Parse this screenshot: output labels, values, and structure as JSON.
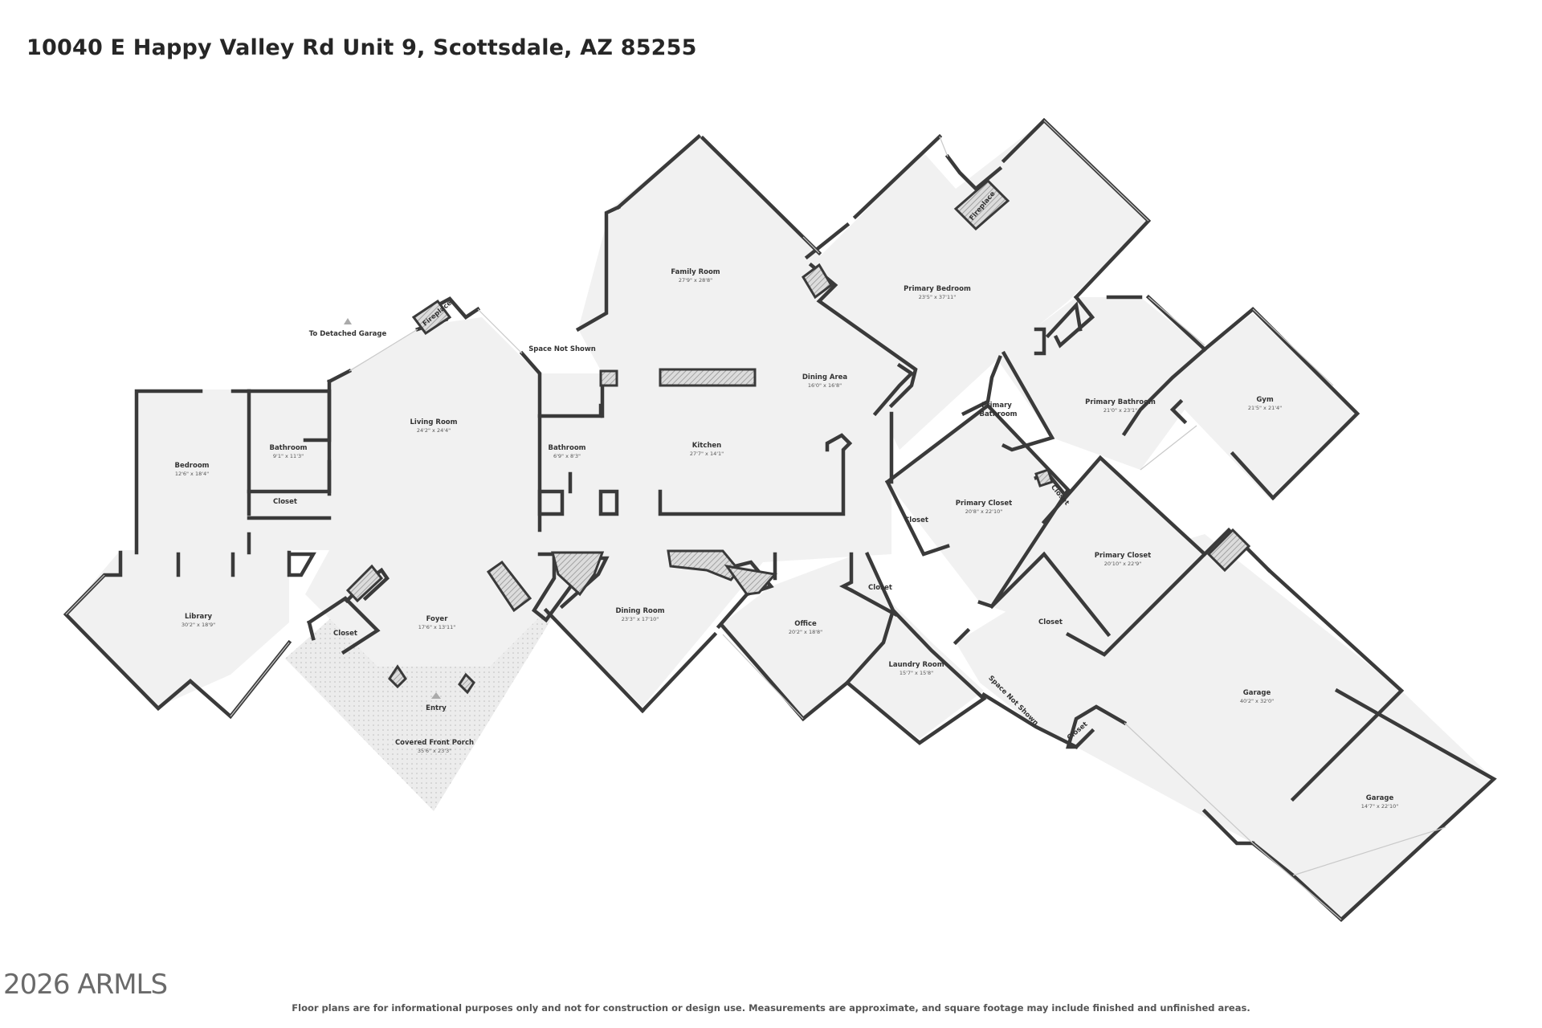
{
  "title": "10040 E Happy Valley Rd Unit 9, Scottsdale, AZ 85255",
  "footer_note": "Floor plans are for informational purposes only and not for construction or design use. Measurements are approximate, and square footage may include finished and unfinished areas.",
  "watermark": "2026 ARMLS",
  "colors": {
    "wall": "#3a3a3a",
    "floor": "#f1f1f1",
    "background": "#ffffff",
    "porch": "#e3e3e3"
  },
  "rooms": {
    "family_room": {
      "name": "Family Room",
      "dim": "27'9\" x 28'8\""
    },
    "primary_bedroom": {
      "name": "Primary Bedroom",
      "dim": "23'5\" x 37'11\""
    },
    "living_room": {
      "name": "Living Room",
      "dim": "24'2\" x 24'4\""
    },
    "dining_area": {
      "name": "Dining Area",
      "dim": "16'0\" x 16'8\""
    },
    "kitchen": {
      "name": "Kitchen",
      "dim": "27'7\" x 14'1\""
    },
    "bathroom_center": {
      "name": "Bathroom",
      "dim": "6'9\" x 8'3\""
    },
    "bathroom_west": {
      "name": "Bathroom",
      "dim": "9'1\" x 11'3\""
    },
    "bedroom": {
      "name": "Bedroom",
      "dim": "12'6\" x 18'4\""
    },
    "closet_west": {
      "name": "Closet"
    },
    "library": {
      "name": "Library",
      "dim": "30'2\" x 18'9\""
    },
    "closet_foyer": {
      "name": "Closet"
    },
    "foyer": {
      "name": "Foyer",
      "dim": "17'6\" x 13'11\""
    },
    "covered_front_porch": {
      "name": "Covered Front Porch",
      "dim": "35'6\" x 23'3\""
    },
    "dining_room": {
      "name": "Dining Room",
      "dim": "23'3\" x 17'10\""
    },
    "office": {
      "name": "Office",
      "dim": "20'2\" x 18'8\""
    },
    "closet_office": {
      "name": "Closet"
    },
    "laundry_room": {
      "name": "Laundry Room",
      "dim": "15'7\" x 15'8\""
    },
    "primary_bathroom_small": {
      "name": "Primary Bathroom"
    },
    "primary_bathroom": {
      "name": "Primary Bathroom",
      "dim": "21'0\" x 23'1\""
    },
    "gym": {
      "name": "Gym",
      "dim": "21'5\" x 21'4\""
    },
    "primary_closet_1": {
      "name": "Primary Closet",
      "dim": "20'8\" x 22'10\""
    },
    "closet_pc1": {
      "name": "Closet"
    },
    "closet_diag": {
      "name": "Closet"
    },
    "primary_closet_2": {
      "name": "Primary Closet",
      "dim": "20'10\" x 22'9\""
    },
    "closet_pc2": {
      "name": "Closet"
    },
    "closet_garage": {
      "name": "Closet"
    },
    "garage_1": {
      "name": "Garage",
      "dim": "40'2\" x 32'0\""
    },
    "garage_2": {
      "name": "Garage",
      "dim": "14'7\" x 22'10\""
    }
  },
  "annotations": {
    "to_detached_garage": "To Detached Garage",
    "space_not_shown_1": "Space Not Shown",
    "space_not_shown_2": "Space Not Shown",
    "entry": "Entry",
    "fireplace_1": "Fireplace",
    "fireplace_2": "Fireplace"
  }
}
